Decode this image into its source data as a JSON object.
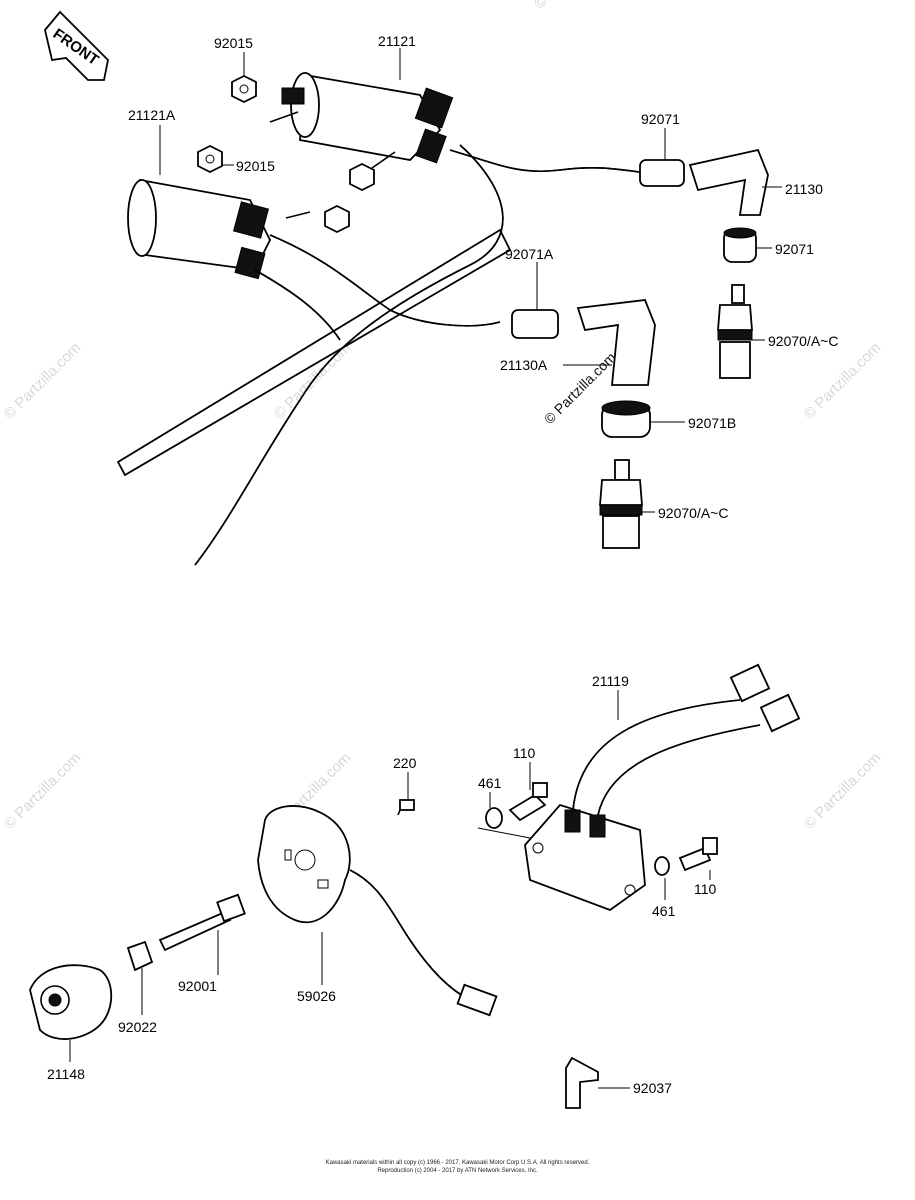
{
  "front_marker": "FRONT",
  "watermarks": {
    "partzilla": "© Partzilla.com"
  },
  "labels": {
    "p92015_top": "92015",
    "p21121": "21121",
    "p21121A": "21121A",
    "p92015_mid": "92015",
    "p92071": "92071",
    "p21130": "21130",
    "p92071_b": "92071",
    "p92071A": "92071A",
    "p92070_top": "92070/A~C",
    "p21130A": "21130A",
    "p92071B": "92071B",
    "p92070_bot": "92070/A~C",
    "p21119": "21119",
    "p220": "220",
    "p110_top": "110",
    "p461_top": "461",
    "p110_bot": "110",
    "p461_bot": "461",
    "p92001": "92001",
    "p59026": "59026",
    "p92022": "92022",
    "p21148": "21148",
    "p92037": "92037"
  },
  "copyright": {
    "line1": "Kawasaki materials within all copy (c) 1966 - 2017, Kawasaki Motor Corp U.S.A.  All rights reserved.",
    "line2": "Reproduction (c) 2004 - 2017 by ATN Network Services, Inc."
  }
}
